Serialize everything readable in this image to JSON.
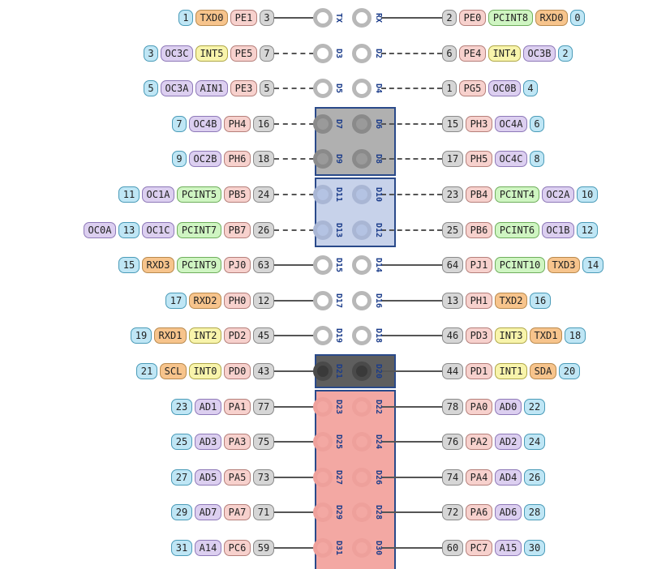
{
  "colors": {
    "num": "#bfe6f5",
    "pin": "#d6d6d6",
    "port": "#f7d1cd",
    "func": "#dccff0",
    "pcint": "#cff5c2",
    "int": "#f8f4ab",
    "ser": "#f7c48c",
    "pwm_box": "#b0b0b0",
    "spi_box": "#c7d2ea",
    "i2c_box": "#5e5e5e",
    "bus_box": "#f3a8a3",
    "box_border": "#2a4a8a"
  },
  "rows": [
    {
      "left": [
        [
          "num",
          "1"
        ],
        [
          "ser",
          "TXD0"
        ],
        [
          "port",
          "PE1"
        ],
        [
          "pin",
          "3"
        ]
      ],
      "line_l": "solid",
      "d_left": "TX",
      "d_right": "RX",
      "line_r": "solid",
      "right": [
        [
          "pin",
          "2"
        ],
        [
          "port",
          "PE0"
        ],
        [
          "pcint",
          "PCINT8"
        ],
        [
          "ser",
          "RXD0"
        ],
        [
          "num",
          "0"
        ]
      ]
    },
    {
      "left": [
        [
          "num",
          "3"
        ],
        [
          "func",
          "OC3C"
        ],
        [
          "intp",
          "INT5"
        ],
        [
          "port",
          "PE5"
        ],
        [
          "pin",
          "7"
        ]
      ],
      "line_l": "dash",
      "d_left": "D3",
      "d_right": "D2",
      "line_r": "dash",
      "right": [
        [
          "pin",
          "6"
        ],
        [
          "port",
          "PE4"
        ],
        [
          "intp",
          "INT4"
        ],
        [
          "func",
          "OC3B"
        ],
        [
          "num",
          "2"
        ]
      ]
    },
    {
      "left": [
        [
          "num",
          "5"
        ],
        [
          "func",
          "OC3A"
        ],
        [
          "func",
          "AIN1"
        ],
        [
          "port",
          "PE3"
        ],
        [
          "pin",
          "5"
        ]
      ],
      "line_l": "dash",
      "d_left": "D5",
      "d_right": "D4",
      "line_r": "dash",
      "right": [
        [
          "pin",
          "1"
        ],
        [
          "port",
          "PG5"
        ],
        [
          "func",
          "OC0B"
        ],
        [
          "num",
          "4"
        ]
      ]
    },
    {
      "left": [
        [
          "num",
          "7"
        ],
        [
          "func",
          "OC4B"
        ],
        [
          "port",
          "PH4"
        ],
        [
          "pin",
          "16"
        ]
      ],
      "line_l": "dash",
      "d_left": "D7",
      "d_right": "D6",
      "line_r": "dash",
      "right": [
        [
          "pin",
          "15"
        ],
        [
          "port",
          "PH3"
        ],
        [
          "func",
          "OC4A"
        ],
        [
          "num",
          "6"
        ]
      ]
    },
    {
      "left": [
        [
          "num",
          "9"
        ],
        [
          "func",
          "OC2B"
        ],
        [
          "port",
          "PH6"
        ],
        [
          "pin",
          "18"
        ]
      ],
      "line_l": "dash",
      "d_left": "D9",
      "d_right": "D8",
      "line_r": "dash",
      "right": [
        [
          "pin",
          "17"
        ],
        [
          "port",
          "PH5"
        ],
        [
          "func",
          "OC4C"
        ],
        [
          "num",
          "8"
        ]
      ]
    },
    {
      "left": [
        [
          "num",
          "11"
        ],
        [
          "func",
          "OC1A"
        ],
        [
          "pcint",
          "PCINT5"
        ],
        [
          "port",
          "PB5"
        ],
        [
          "pin",
          "24"
        ]
      ],
      "line_l": "dash",
      "d_left": "D11",
      "d_right": "D10",
      "line_r": "dash",
      "right": [
        [
          "pin",
          "23"
        ],
        [
          "port",
          "PB4"
        ],
        [
          "pcint",
          "PCINT4"
        ],
        [
          "func",
          "OC2A"
        ],
        [
          "num",
          "10"
        ]
      ]
    },
    {
      "left": [
        [
          "func",
          "OC0A"
        ],
        [
          "num",
          "13"
        ],
        [
          "func",
          "OC1C"
        ],
        [
          "pcint",
          "PCINT7"
        ],
        [
          "port",
          "PB7"
        ],
        [
          "pin",
          "26"
        ]
      ],
      "line_l": "dash",
      "d_left": "D13",
      "d_right": "D12",
      "line_r": "dash",
      "right": [
        [
          "pin",
          "25"
        ],
        [
          "port",
          "PB6"
        ],
        [
          "pcint",
          "PCINT6"
        ],
        [
          "func",
          "OC1B"
        ],
        [
          "num",
          "12"
        ]
      ]
    },
    {
      "left": [
        [
          "num",
          "15"
        ],
        [
          "ser",
          "RXD3"
        ],
        [
          "pcint",
          "PCINT9"
        ],
        [
          "port",
          "PJ0"
        ],
        [
          "pin",
          "63"
        ]
      ],
      "line_l": "solid",
      "d_left": "D15",
      "d_right": "D14",
      "line_r": "solid",
      "right": [
        [
          "pin",
          "64"
        ],
        [
          "port",
          "PJ1"
        ],
        [
          "pcint",
          "PCINT10"
        ],
        [
          "ser",
          "TXD3"
        ],
        [
          "num",
          "14"
        ]
      ]
    },
    {
      "left": [
        [
          "num",
          "17"
        ],
        [
          "ser",
          "RXD2"
        ],
        [
          "port",
          "PH0"
        ],
        [
          "pin",
          "12"
        ]
      ],
      "line_l": "solid",
      "d_left": "D17",
      "d_right": "D16",
      "line_r": "solid",
      "right": [
        [
          "pin",
          "13"
        ],
        [
          "port",
          "PH1"
        ],
        [
          "ser",
          "TXD2"
        ],
        [
          "num",
          "16"
        ]
      ]
    },
    {
      "left": [
        [
          "num",
          "19"
        ],
        [
          "ser",
          "RXD1"
        ],
        [
          "intp",
          "INT2"
        ],
        [
          "port",
          "PD2"
        ],
        [
          "pin",
          "45"
        ]
      ],
      "line_l": "solid",
      "d_left": "D19",
      "d_right": "D18",
      "line_r": "solid",
      "right": [
        [
          "pin",
          "46"
        ],
        [
          "port",
          "PD3"
        ],
        [
          "intp",
          "INT3"
        ],
        [
          "ser",
          "TXD1"
        ],
        [
          "num",
          "18"
        ]
      ]
    },
    {
      "left": [
        [
          "num",
          "21"
        ],
        [
          "ser",
          "SCL"
        ],
        [
          "intp",
          "INT0"
        ],
        [
          "port",
          "PD0"
        ],
        [
          "pin",
          "43"
        ]
      ],
      "line_l": "solid",
      "d_left": "D21",
      "d_right": "D20",
      "line_r": "solid",
      "right": [
        [
          "pin",
          "44"
        ],
        [
          "port",
          "PD1"
        ],
        [
          "intp",
          "INT1"
        ],
        [
          "ser",
          "SDA"
        ],
        [
          "num",
          "20"
        ]
      ]
    },
    {
      "left": [
        [
          "num",
          "23"
        ],
        [
          "func",
          "AD1"
        ],
        [
          "port",
          "PA1"
        ],
        [
          "pin",
          "77"
        ]
      ],
      "line_l": "solid",
      "d_left": "D23",
      "d_right": "D22",
      "line_r": "solid",
      "right": [
        [
          "pin",
          "78"
        ],
        [
          "port",
          "PA0"
        ],
        [
          "func",
          "AD0"
        ],
        [
          "num",
          "22"
        ]
      ]
    },
    {
      "left": [
        [
          "num",
          "25"
        ],
        [
          "func",
          "AD3"
        ],
        [
          "port",
          "PA3"
        ],
        [
          "pin",
          "75"
        ]
      ],
      "line_l": "solid",
      "d_left": "D25",
      "d_right": "D24",
      "line_r": "solid",
      "right": [
        [
          "pin",
          "76"
        ],
        [
          "port",
          "PA2"
        ],
        [
          "func",
          "AD2"
        ],
        [
          "num",
          "24"
        ]
      ]
    },
    {
      "left": [
        [
          "num",
          "27"
        ],
        [
          "func",
          "AD5"
        ],
        [
          "port",
          "PA5"
        ],
        [
          "pin",
          "73"
        ]
      ],
      "line_l": "solid",
      "d_left": "D27",
      "d_right": "D26",
      "line_r": "solid",
      "right": [
        [
          "pin",
          "74"
        ],
        [
          "port",
          "PA4"
        ],
        [
          "func",
          "AD4"
        ],
        [
          "num",
          "26"
        ]
      ]
    },
    {
      "left": [
        [
          "num",
          "29"
        ],
        [
          "func",
          "AD7"
        ],
        [
          "port",
          "PA7"
        ],
        [
          "pin",
          "71"
        ]
      ],
      "line_l": "solid",
      "d_left": "D29",
      "d_right": "D28",
      "line_r": "solid",
      "right": [
        [
          "pin",
          "72"
        ],
        [
          "port",
          "PA6"
        ],
        [
          "func",
          "AD6"
        ],
        [
          "num",
          "28"
        ]
      ]
    },
    {
      "left": [
        [
          "num",
          "31"
        ],
        [
          "func",
          "A14"
        ],
        [
          "port",
          "PC6"
        ],
        [
          "pin",
          "59"
        ]
      ],
      "line_l": "solid",
      "d_left": "D31",
      "d_right": "D30",
      "line_r": "solid",
      "right": [
        [
          "pin",
          "60"
        ],
        [
          "port",
          "PC7"
        ],
        [
          "func",
          "A15"
        ],
        [
          "num",
          "30"
        ]
      ]
    }
  ],
  "highlight_groups": [
    {
      "name": "pwm-group",
      "color_key": "pwm_box",
      "from_row": 3,
      "to_row": 4
    },
    {
      "name": "spi-group",
      "color_key": "spi_box",
      "from_row": 5,
      "to_row": 6
    },
    {
      "name": "i2c-group",
      "color_key": "i2c_box",
      "from_row": 10,
      "to_row": 10
    },
    {
      "name": "bus-group",
      "color_key": "bus_box",
      "from_row": 11,
      "to_row": 15
    }
  ]
}
